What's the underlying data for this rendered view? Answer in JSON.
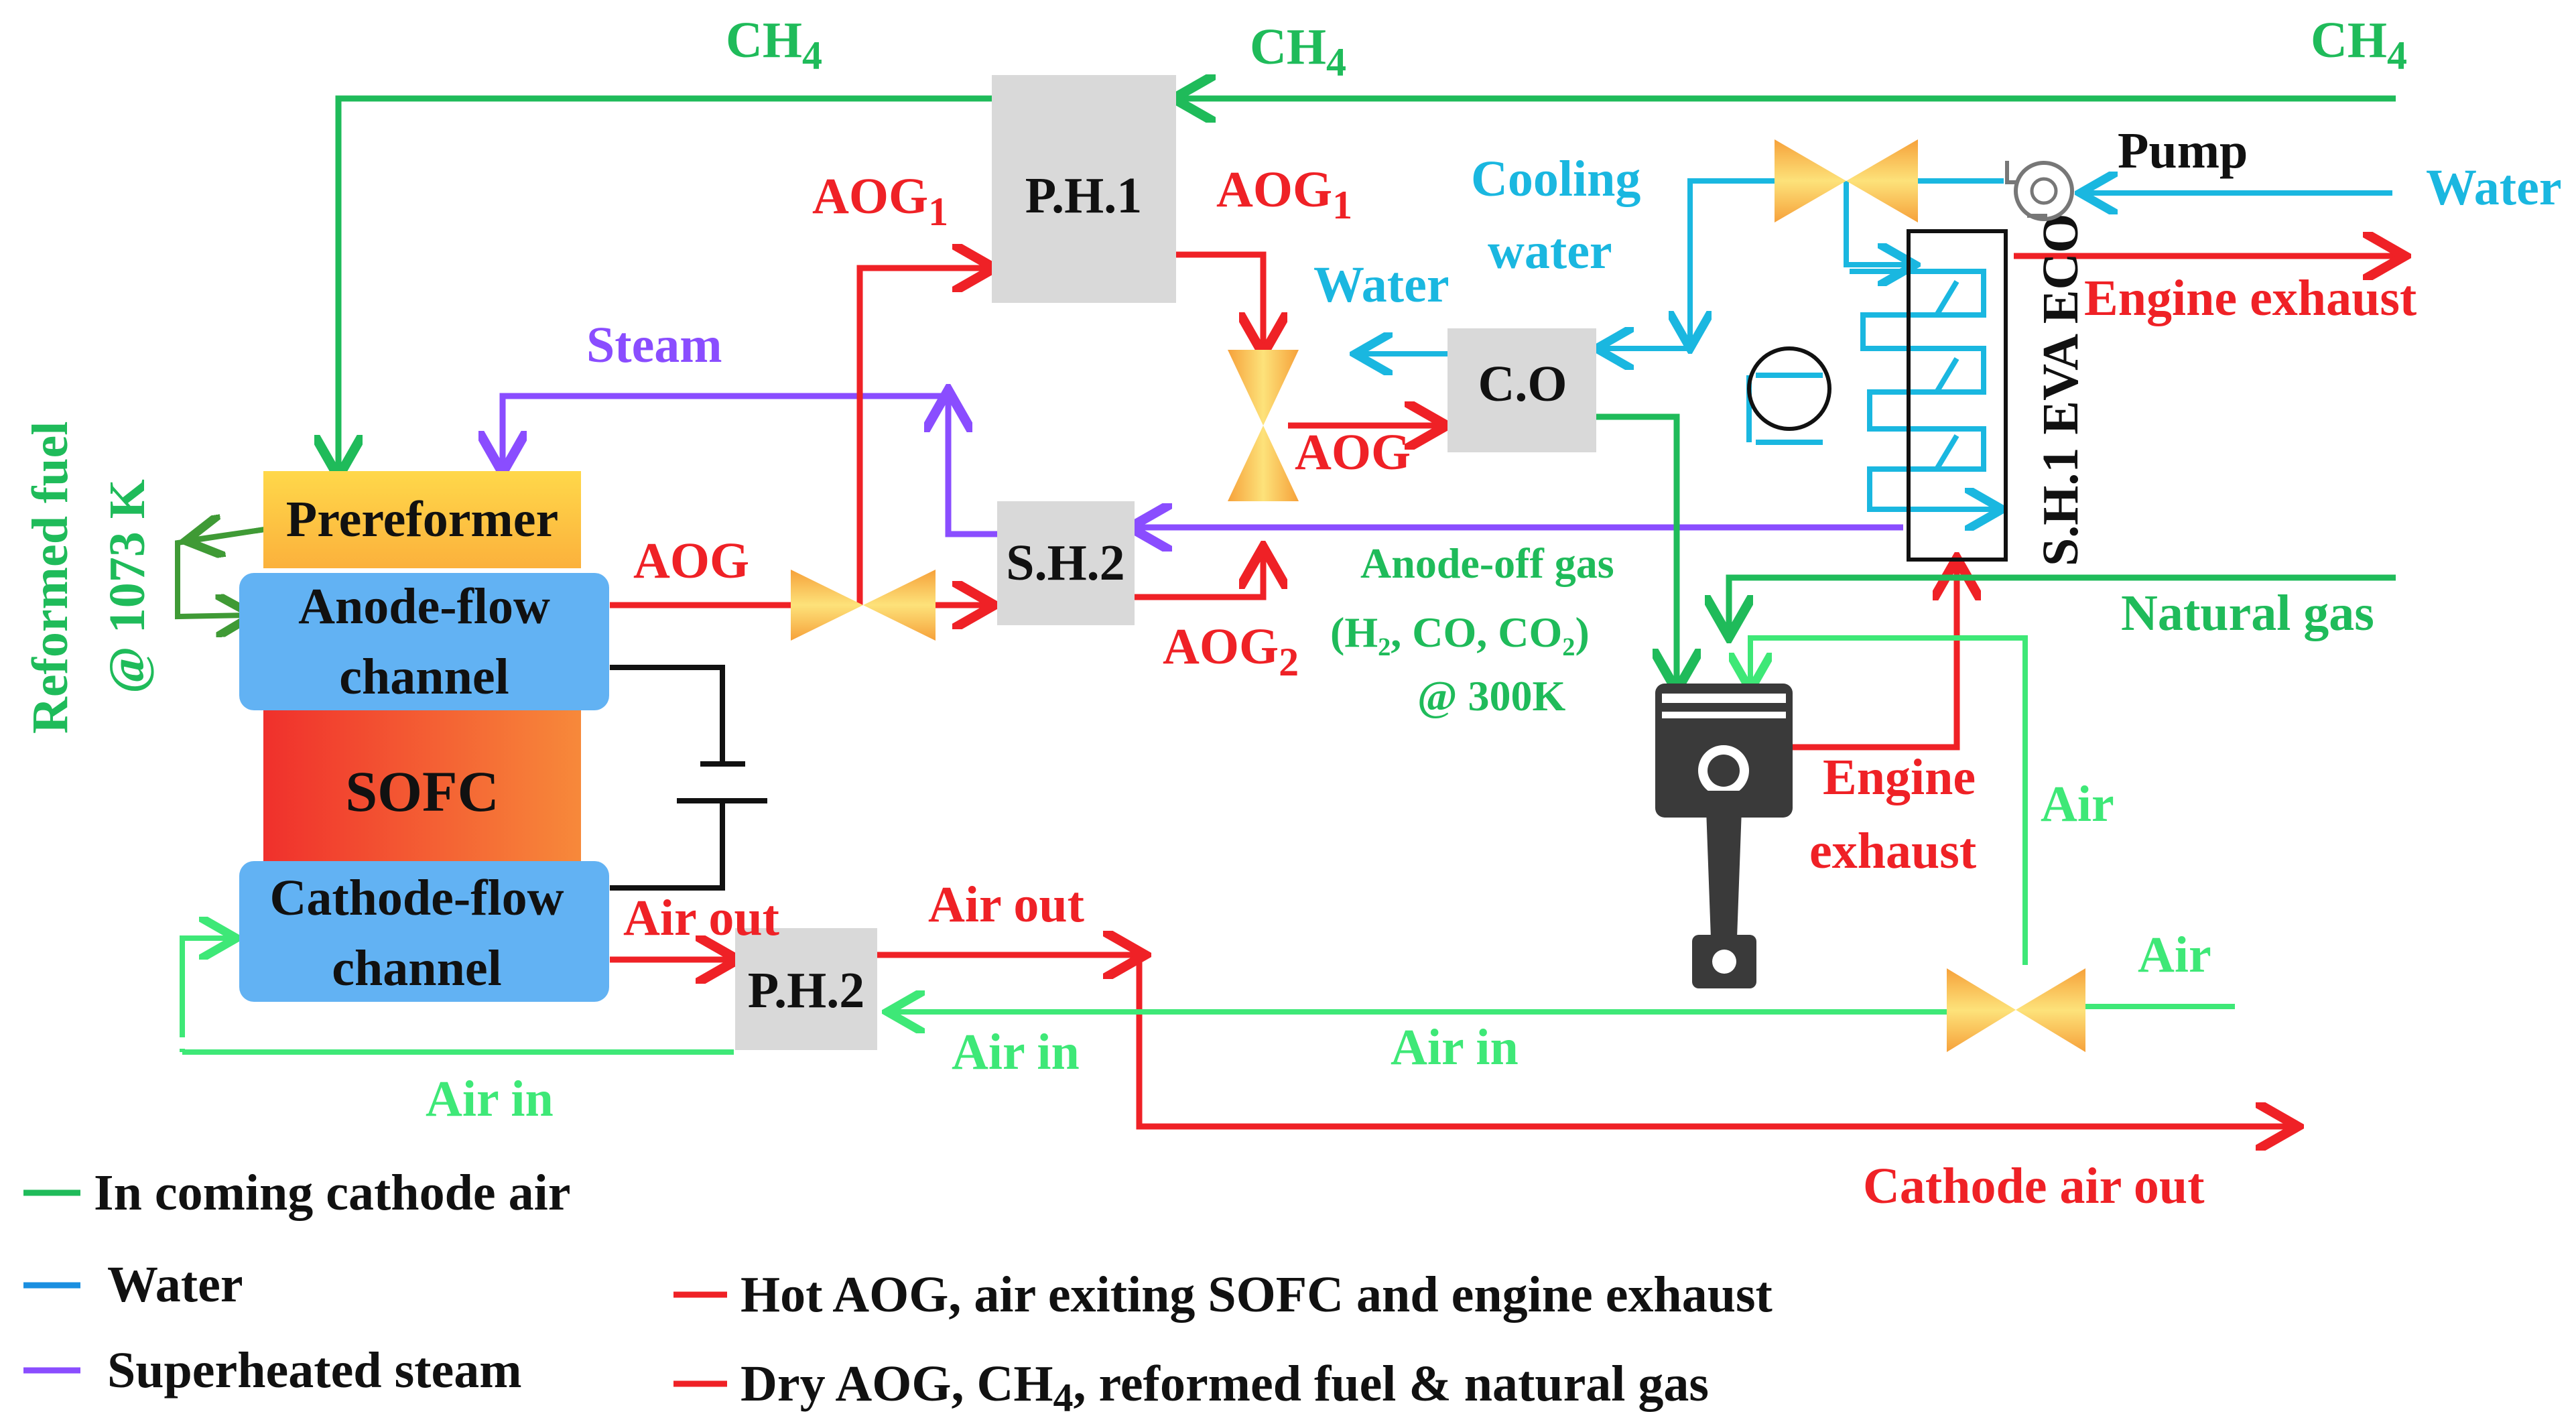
{
  "colors": {
    "green": "#1fbb5a",
    "green_light": "#3ee877",
    "green_dark": "#3f9a35",
    "blue": "#1ab7e0",
    "purple": "#8a4dff",
    "red": "#ef2126",
    "component_gray": "#d9d9d9",
    "anode_blue": "#62b2f3",
    "black": "#111111"
  },
  "components": {
    "preformer": "Prereformer",
    "anode": [
      "Anode-flow",
      "channel"
    ],
    "sofc": "SOFC",
    "cathode": [
      "Cathode-flow",
      "channel"
    ],
    "ph1": "P.H.1",
    "ph2": "P.H.2",
    "sh2": "S.H.2",
    "co": "C.O",
    "hrsg": "S.H.1 EVA ECO",
    "pump": "Pump"
  },
  "labels": {
    "ch4_left": "CH",
    "ch4_mid": "CH",
    "ch4_right": "CH",
    "ch4_sub": "4",
    "aog1_left": "AOG",
    "aog1_right": "AOG",
    "aog1_sub": "1",
    "aog2": "AOG",
    "aog2_sub": "2",
    "aog_anode": "AOG",
    "aog_mixer": "AOG",
    "steam": "Steam",
    "cooling_water_1": "Cooling",
    "cooling_water_2": "water",
    "water_co": "Water",
    "water_in": "Water",
    "engine_exhaust_top": "Engine exhaust",
    "engine_exhaust_1": "Engine",
    "engine_exhaust_2": "exhaust",
    "anode_off_gas_1": "Anode-off gas",
    "anode_off_gas_2": "(H₂, CO,  CO₂)",
    "anode_off_gas_3": "@ 300K",
    "natural_gas": "Natural gas",
    "air_vertical": "Air",
    "air_right": "Air",
    "air_in_bottom_left": "Air in",
    "air_in_mid": "Air in",
    "air_in_right": "Air in",
    "air_out_1": "Air out",
    "air_out_2": "Air out",
    "cathode_air_out": "Cathode air out",
    "reformed_fuel_1": "Reformed fuel",
    "reformed_fuel_2": "@ 1073 K"
  },
  "legend": [
    {
      "color": "#1fbb5a",
      "text": "In coming cathode air"
    },
    {
      "color": "#1a8fe0",
      "text": "Water"
    },
    {
      "color": "#8a4dff",
      "text": "Superheated steam"
    },
    {
      "color": "#ef2126",
      "text": "Hot AOG, air exiting SOFC and engine exhaust"
    },
    {
      "color": "#ef2126",
      "text": "Dry AOG, CH",
      "sub": "4",
      "suffix": ", reformed fuel & natural gas"
    }
  ]
}
